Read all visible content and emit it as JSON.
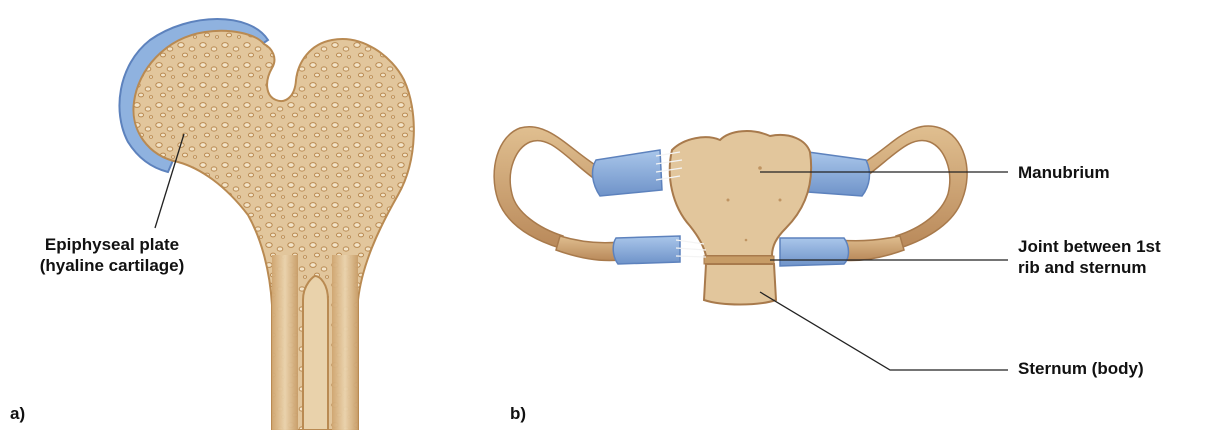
{
  "panel_a": {
    "letter": "a)",
    "callout": {
      "line1": "Epiphyseal plate",
      "line2": "(hyaline cartilage)"
    }
  },
  "panel_b": {
    "letter": "b)",
    "callouts": {
      "manubrium": "Manubrium",
      "joint_line1": "Joint between 1st",
      "joint_line2": "rib and sternum",
      "sternum_body": "Sternum (body)"
    }
  },
  "colors": {
    "bone": "#e2c69c",
    "bone_shadow": "#c79c66",
    "cartilage": "#8fb2df",
    "cartilage_edge": "#5d82bd",
    "leader_line": "#222222"
  }
}
